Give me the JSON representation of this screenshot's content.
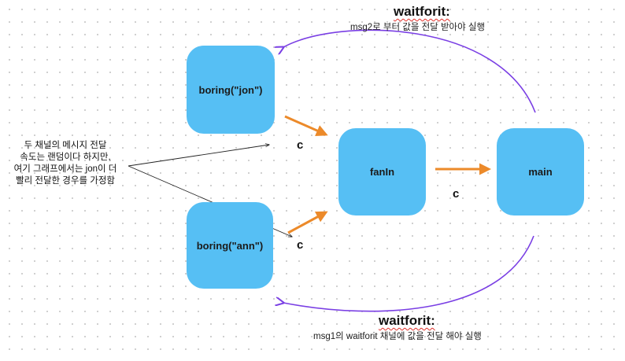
{
  "nodes": {
    "jon": "boring(\"jon\")",
    "ann": "boring(\"ann\")",
    "fanin": "fanIn",
    "main": "main"
  },
  "channel_labels": {
    "top": "c",
    "bottom": "c",
    "middle": "c"
  },
  "top_note": {
    "title": "waitforit:",
    "subtitle": "msg2로 부터 값을 전달 받아야 실행"
  },
  "bottom_note": {
    "title": "waitforit:",
    "subtitle": "msg1의 waitforit 채널에 값을 전달 해야 실행"
  },
  "side_note": {
    "line1": "두 채널의  메시지 전달",
    "line2": "속도는 랜덤이다 하지만,",
    "line3": "여기 그래프에서는 jon이 더",
    "line4": "빨리 전달한 경우를 가정함"
  },
  "colors": {
    "node": "#56bff4",
    "channel_arrow": "#ec8a2a",
    "wait_arrow": "#7a3fe4",
    "pointer_line": "#222222"
  }
}
